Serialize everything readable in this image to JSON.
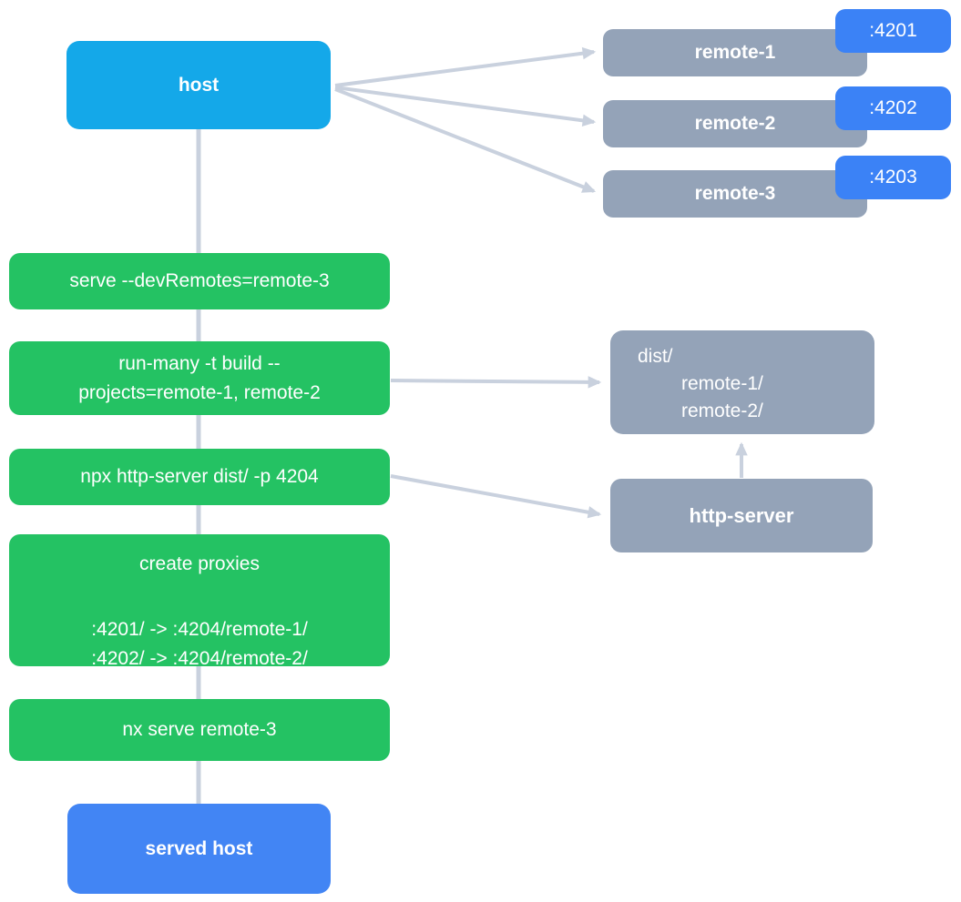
{
  "diagram": {
    "host": {
      "label": "host"
    },
    "served_host": {
      "label": "served host"
    },
    "remotes": [
      {
        "label": "remote-1",
        "port": ":4201"
      },
      {
        "label": "remote-2",
        "port": ":4202"
      },
      {
        "label": "remote-3",
        "port": ":4203"
      }
    ],
    "steps": {
      "serve": "serve --devRemotes=remote-3",
      "run_many_line1": "run-many -t build --",
      "run_many_line2": "projects=remote-1, remote-2",
      "http_server_cmd": "npx http-server dist/ -p 4204",
      "proxies_title": "create proxies",
      "proxy_rule1": ":4201/ -> :4204/remote-1/",
      "proxy_rule2": ":4202/ -> :4204/remote-2/",
      "nx_serve": "nx serve remote-3"
    },
    "dist": {
      "line1": "dist/",
      "line2": "remote-1/",
      "line3": "remote-2/"
    },
    "http_server": {
      "label": "http-server"
    }
  },
  "colors": {
    "host_blue": "#14a8e9",
    "served_host_blue": "#4285f4",
    "badge_blue": "#3b82f6",
    "node_gray": "#94a3b8",
    "step_green": "#24c263",
    "edge_gray": "#c9d1de",
    "text_white": "#ffffff"
  }
}
